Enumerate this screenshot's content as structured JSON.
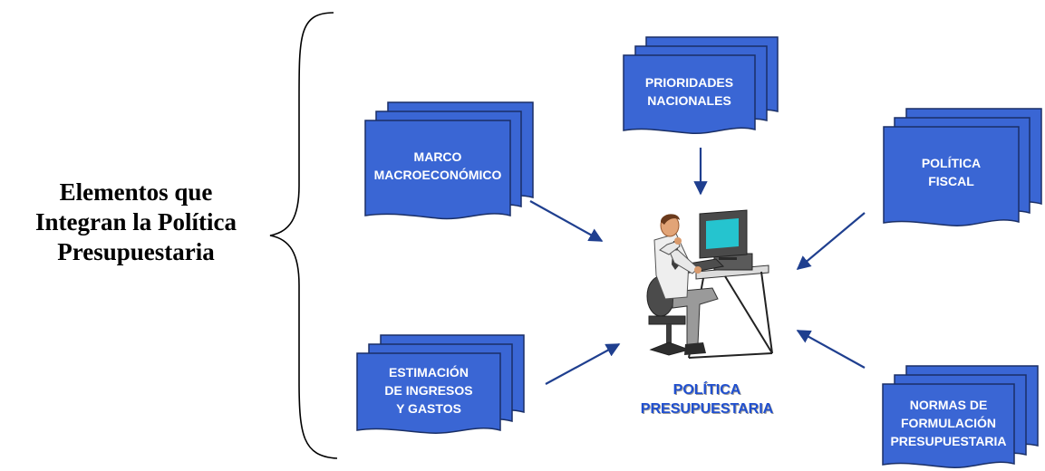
{
  "diagram": {
    "title_lines": [
      "Elementos que",
      "Integran la Política",
      "Presupuestaria"
    ],
    "center_label_lines": [
      "POLÍTICA",
      "PRESUPUESTARIA"
    ],
    "nodes": {
      "marco": {
        "lines": [
          "MARCO",
          "MACROECONÓMICO"
        ]
      },
      "prioridades": {
        "lines": [
          "PRIORIDADES",
          "NACIONALES"
        ]
      },
      "fiscal": {
        "lines": [
          "POLÍTICA",
          "FISCAL"
        ]
      },
      "estimacion": {
        "lines": [
          "ESTIMACIÓN",
          "DE INGRESOS",
          "Y GASTOS"
        ]
      },
      "normas": {
        "lines": [
          "NORMAS DE",
          "FORMULACIÓN",
          "PRESUPUESTARIA"
        ]
      }
    },
    "colors": {
      "card_fill": "#3a66d4",
      "card_border": "#1a2f66",
      "arrow": "#1f3f8f",
      "center_text": "#1f4fd0"
    }
  }
}
